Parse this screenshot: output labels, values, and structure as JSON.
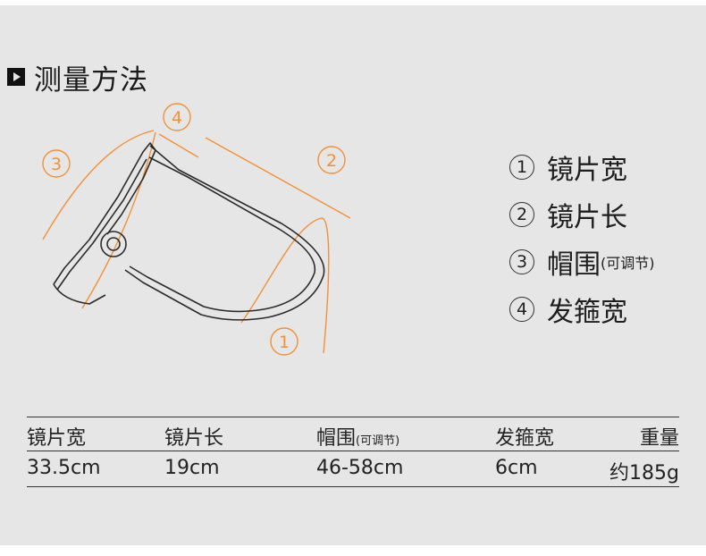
{
  "title": "测量方法",
  "diagram": {
    "marker_labels": [
      "①",
      "②",
      "③",
      "④"
    ],
    "colors": {
      "accent": "#f0913a",
      "outline": "#2b2b2b"
    }
  },
  "legend": [
    {
      "num": "1",
      "label": "镜片宽",
      "sub": ""
    },
    {
      "num": "2",
      "label": "镜片长",
      "sub": ""
    },
    {
      "num": "3",
      "label": "帽围",
      "sub": "(可调节)"
    },
    {
      "num": "4",
      "label": "发箍宽",
      "sub": ""
    }
  ],
  "table": {
    "headers": [
      {
        "label": "镜片宽",
        "sub": ""
      },
      {
        "label": "镜片长",
        "sub": ""
      },
      {
        "label": "帽围",
        "sub": "(可调节)"
      },
      {
        "label": "发箍宽",
        "sub": ""
      },
      {
        "label": "重量",
        "sub": ""
      }
    ],
    "values": [
      "33.5cm",
      "19cm",
      "46-58cm",
      "6cm",
      "约185g"
    ]
  }
}
